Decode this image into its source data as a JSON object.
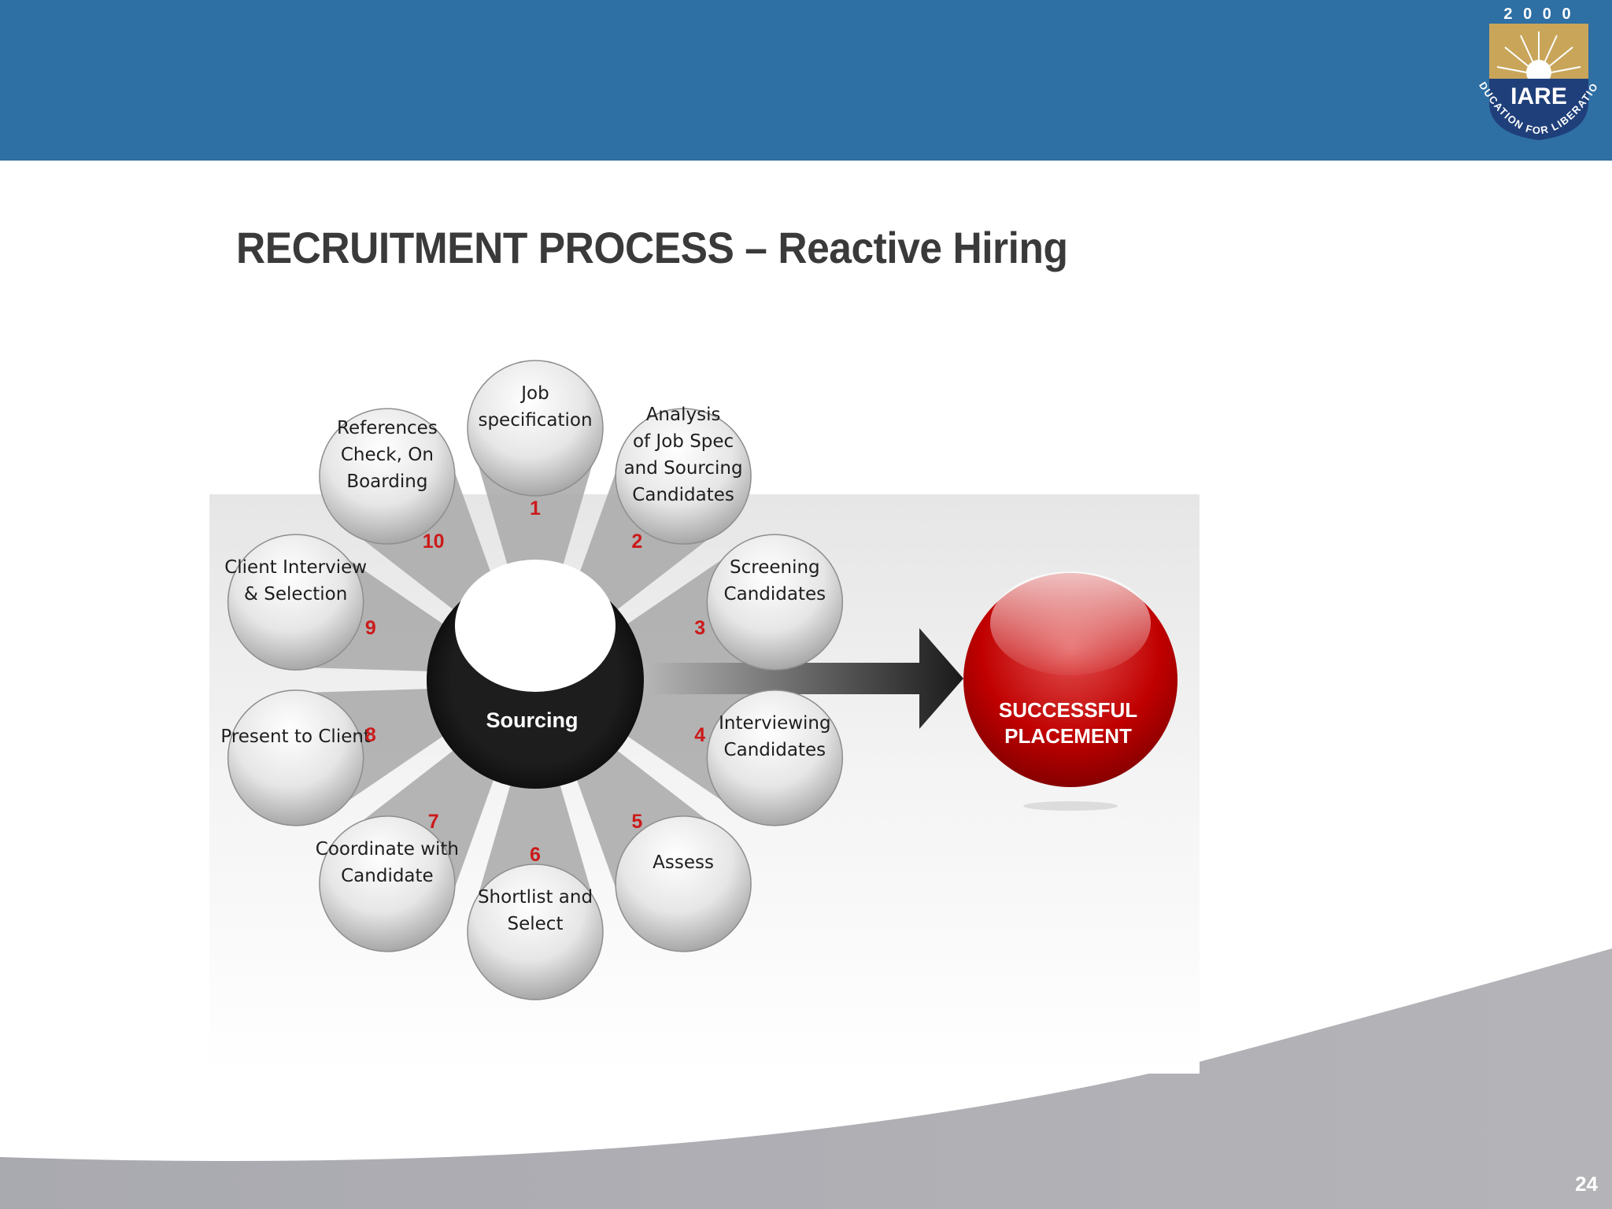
{
  "slide": {
    "title": "RECRUITMENT PROCESS – Reactive Hiring",
    "page_number": "24"
  },
  "logo": {
    "year": "2 0 0 0",
    "name": "IARE",
    "motto": "EDUCATION FOR LIBERATION"
  },
  "diagram": {
    "center_label": "Sourcing",
    "result_label_line1": "SUCCESSFUL",
    "result_label_line2": "PLACEMENT",
    "steps": [
      {
        "number": "1",
        "lines": [
          "Job",
          "specification"
        ]
      },
      {
        "number": "2",
        "lines": [
          "Analysis",
          "of Job Spec",
          "and Sourcing",
          "Candidates"
        ]
      },
      {
        "number": "3",
        "lines": [
          "Screening",
          "Candidates"
        ]
      },
      {
        "number": "4",
        "lines": [
          "Interviewing",
          "Candidates"
        ]
      },
      {
        "number": "5",
        "lines": [
          "Assess"
        ]
      },
      {
        "number": "6",
        "lines": [
          "Shortlist and",
          "Select"
        ]
      },
      {
        "number": "7",
        "lines": [
          "Coordinate with",
          "Candidate"
        ]
      },
      {
        "number": "8",
        "lines": [
          "Present to Client"
        ]
      },
      {
        "number": "9",
        "lines": [
          "Client Interview",
          "& Selection"
        ]
      },
      {
        "number": "10",
        "lines": [
          "References",
          "Check, On",
          "Boarding"
        ]
      }
    ]
  },
  "colors": {
    "header_band": "#2e6fa4",
    "step_number": "#cc1a1a",
    "result_red": "#c00000",
    "center_black": "#1a1a1a"
  }
}
